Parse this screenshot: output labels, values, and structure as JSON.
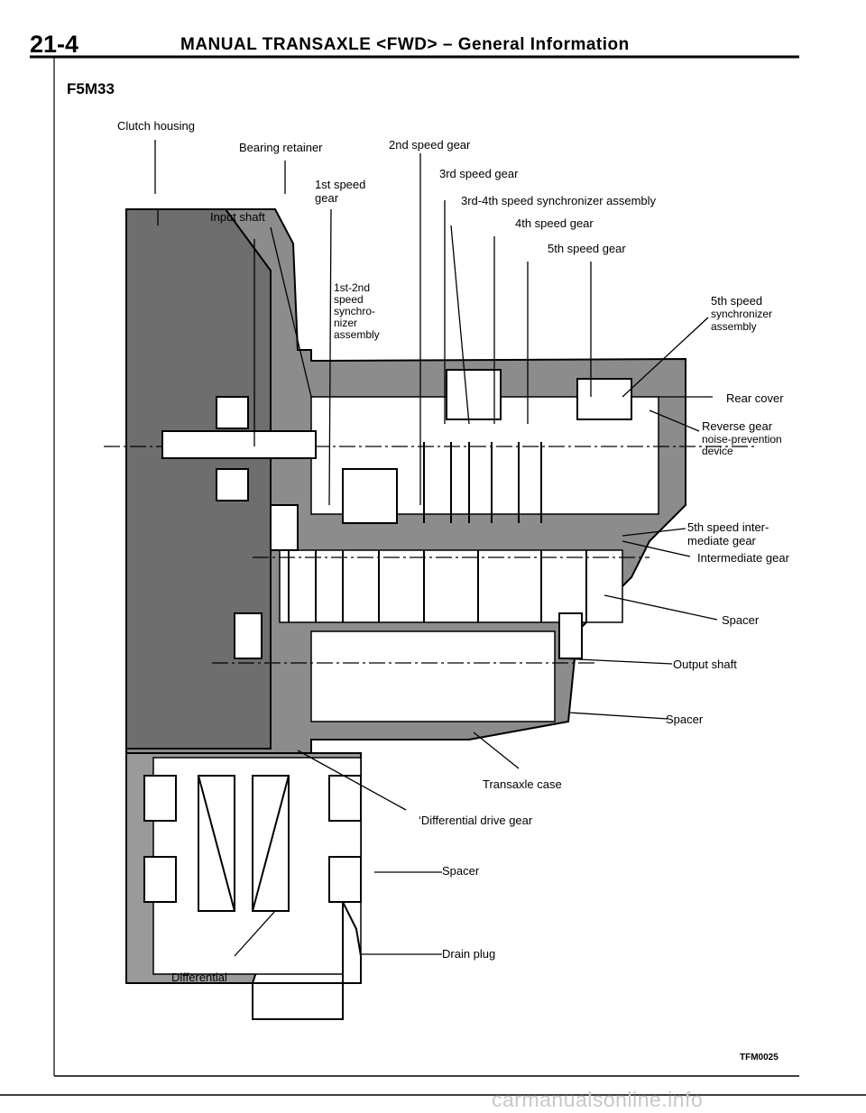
{
  "header": {
    "page_number": "21-4",
    "section_title": "MANUAL TRANSAXLE <FWD> – General Information"
  },
  "model_code": "F5M33",
  "labels": {
    "clutch_housing": "Clutch housing",
    "bearing_retainer": "Bearing retainer",
    "second_speed_gear": "2nd speed gear",
    "third_speed_gear": "3rd speed gear",
    "first_speed_gear_line1": "1st speed",
    "first_speed_gear_line2": "gear",
    "sync_3_4": "3rd-4th speed synchronizer assembly",
    "input_shaft": "Input shaft",
    "fourth_speed_gear": "4th speed gear",
    "fifth_speed_gear": "5th speed gear",
    "sync_1_2_line1": "1st-2nd",
    "sync_1_2_line2": "speed",
    "sync_1_2_line3": "synchro-",
    "sync_1_2_line4": "nizer",
    "sync_1_2_line5": "assembly",
    "sync_5_line1": "5th speed",
    "sync_5_line2": "synchronizer",
    "sync_5_line3": "assembly",
    "rear_cover": "Rear cover",
    "reverse_line1": "Reverse gear",
    "reverse_line2": "noise-prevention",
    "reverse_line3": "device",
    "fifth_intermediate_line1": "5th speed inter-",
    "fifth_intermediate_line2": "mediate gear",
    "intermediate_gear": "Intermediate gear",
    "spacer_upper": "Spacer",
    "output_shaft": "Output shaft",
    "spacer_middle": "Spacer",
    "transaxle_case": "Transaxle case",
    "differential_drive_gear": "‘Differential drive gear",
    "spacer_lower": "Spacer",
    "drain_plug": "Drain plug",
    "differential": "Differential"
  },
  "figure_code": "TFM0025",
  "watermark": "carmanualsonline.info"
}
